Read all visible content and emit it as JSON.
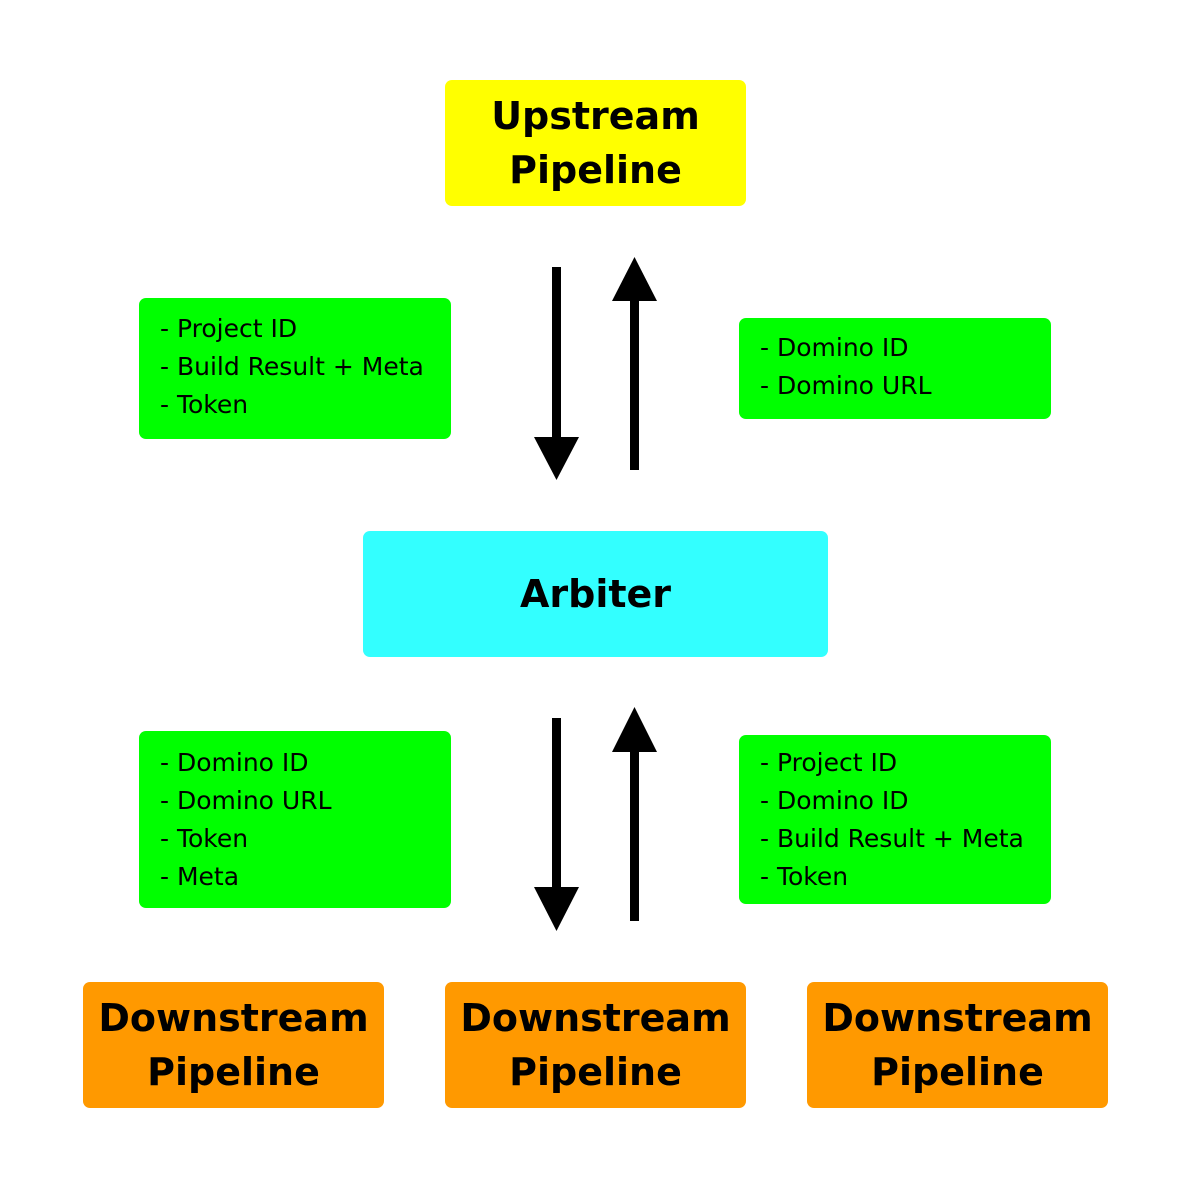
{
  "nodes": {
    "upstream": {
      "label": "Upstream\nPipeline",
      "color": "#ffff00"
    },
    "arbiter": {
      "label": "Arbiter",
      "color": "#33ffff"
    },
    "downstream": [
      {
        "label": "Downstream\nPipeline",
        "color": "#ff9900"
      },
      {
        "label": "Downstream\nPipeline",
        "color": "#ff9900"
      },
      {
        "label": "Downstream\nPipeline",
        "color": "#ff9900"
      }
    ]
  },
  "notes": {
    "upstream_to_arbiter": {
      "color": "#00ff00",
      "items": [
        "- Project ID",
        "- Build Result + Meta",
        "- Token"
      ]
    },
    "arbiter_to_upstream": {
      "color": "#00ff00",
      "items": [
        "- Domino ID",
        "- Domino URL"
      ]
    },
    "arbiter_to_downstream": {
      "color": "#00ff00",
      "items": [
        "- Domino ID",
        "- Domino URL",
        "- Token",
        "- Meta"
      ]
    },
    "downstream_to_arbiter": {
      "color": "#00ff00",
      "items": [
        "- Project ID",
        "- Domino ID",
        "- Build Result + Meta",
        "- Token"
      ]
    }
  },
  "arrow_color": "#000000"
}
